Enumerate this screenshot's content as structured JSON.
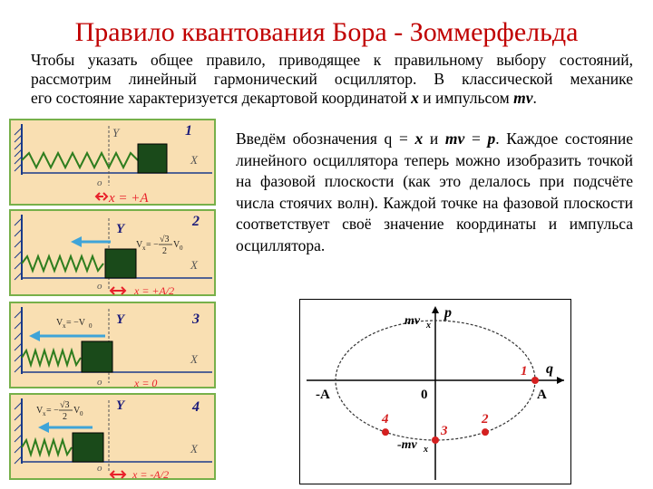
{
  "title": "Правило квантования Бора - Зоммерфельда",
  "intro": {
    "line1": "Чтобы указать общее правило, приводящее к правильному выбору состояний,",
    "line2": "рассмотрим линейный гармонический осциллятор. В классической механике",
    "line3_pre": "его состояние характеризуется декартовой координатой ",
    "x": "x",
    "and": " и импульсом ",
    "mv": "mv",
    "end": "."
  },
  "description": {
    "pre": "Введём обозначения q = ",
    "x": "x",
    "and": " и ",
    "mv": "mv",
    "eq": " = ",
    "p": "p",
    "rest": ". Каждое состояние линейного осциллятора теперь можно изобразить точкой на фазовой плоскости (как это делалось при подсчёте числа стоячих волн). Каждой точке на фазовой плоскости соответствует своё значение координаты и импульса осциллятора."
  },
  "panels": [
    {
      "number": "1",
      "y_label": "Y",
      "x_label": "X",
      "origin": "o",
      "position": "x = +A",
      "velocity": ""
    },
    {
      "number": "2",
      "y_label": "Y",
      "x_label": "X",
      "origin": "o",
      "position": "x = +A/2",
      "velocity_prefix": "V",
      "velocity_sub": "x",
      "velocity_eq": " = −",
      "velocity_num": "√3",
      "velocity_den": "2",
      "velocity_end": "V",
      "velocity_end_sub": "0"
    },
    {
      "number": "3",
      "y_label": "Y",
      "x_label": "X",
      "origin": "o",
      "position": "x = 0",
      "velocity_prefix": "V",
      "velocity_sub": "x",
      "velocity_eq": " = −V",
      "velocity_end_sub": "0"
    },
    {
      "number": "4",
      "y_label": "Y",
      "x_label": "X",
      "origin": "o",
      "position": "x = -A/2",
      "velocity_prefix": "V",
      "velocity_sub": "x",
      "velocity_eq": " = −",
      "velocity_num": "√3",
      "velocity_den": "2",
      "velocity_end": "V",
      "velocity_end_sub": "0"
    }
  ],
  "phase_plane": {
    "p_axis_label": "p",
    "q_axis_label": "q",
    "mvx_top": "mv",
    "mvx_bottom": "-mv",
    "sub_x": "x",
    "minus_a": "-A",
    "plus_a": "A",
    "zero": "0",
    "points": [
      {
        "label": "1",
        "q": 1.0,
        "p": 0.0
      },
      {
        "label": "2",
        "q": 0.5,
        "p": -0.866
      },
      {
        "label": "3",
        "q": 0.0,
        "p": -1.0
      },
      {
        "label": "4",
        "q": -0.5,
        "p": -0.866
      }
    ],
    "ellipse_color": "#333333",
    "point_color": "#d42020"
  },
  "colors": {
    "title": "#c00000",
    "panel_bg": "#f9dfb2",
    "panel_border": "#77b04a",
    "spring": "#2e7d1e",
    "block": "#1a4a1a",
    "arrow_red": "#e8202a",
    "arrow_blue": "#3fa4d8",
    "label_red": "#e8202a"
  }
}
